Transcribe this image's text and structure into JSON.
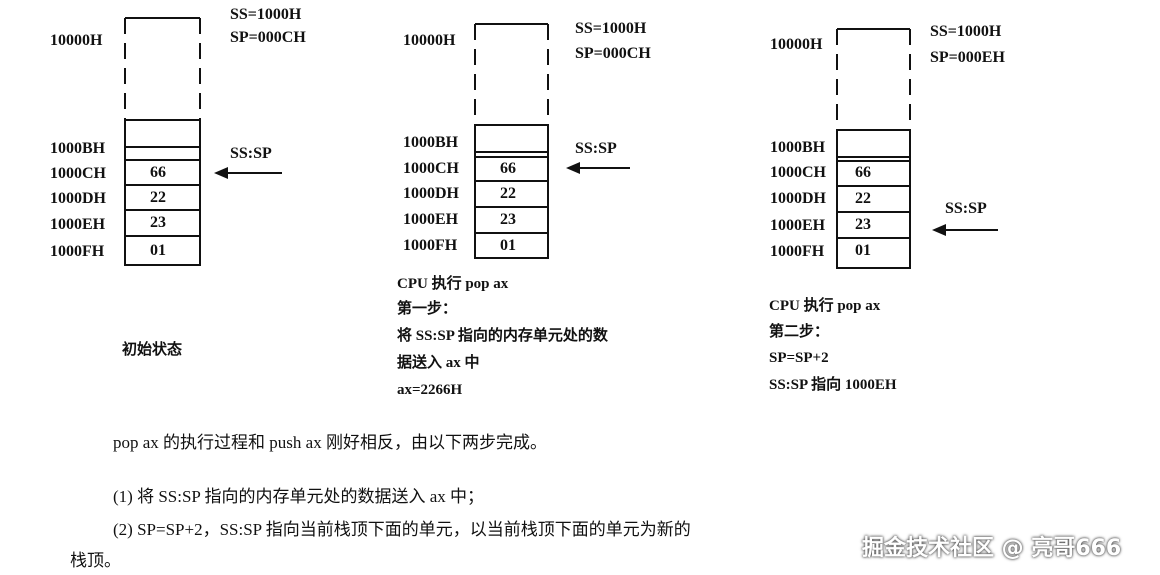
{
  "diagrams": [
    {
      "top_address": "10000H",
      "registers": [
        "SS=1000H",
        "SP=000CH"
      ],
      "addresses": [
        "1000BH",
        "1000CH",
        "1000DH",
        "1000EH",
        "1000FH"
      ],
      "cells": [
        "",
        "66",
        "22",
        "23",
        "01"
      ],
      "pointer_label": "SS:SP",
      "caption": [
        "初始状态"
      ]
    },
    {
      "top_address": "10000H",
      "registers": [
        "SS=1000H",
        "SP=000CH"
      ],
      "addresses": [
        "1000BH",
        "1000CH",
        "1000DH",
        "1000EH",
        "1000FH"
      ],
      "cells": [
        "",
        "66",
        "22",
        "23",
        "01"
      ],
      "pointer_label": "SS:SP",
      "caption": [
        "CPU 执行  pop ax",
        "第一步：",
        "将 SS:SP 指向的内存单元处的数",
        "据送入 ax 中",
        "ax=2266H"
      ]
    },
    {
      "top_address": "10000H",
      "registers": [
        "SS=1000H",
        "SP=000EH"
      ],
      "addresses": [
        "1000BH",
        "1000CH",
        "1000DH",
        "1000EH",
        "1000FH"
      ],
      "cells": [
        "",
        "66",
        "22",
        "23",
        "01"
      ],
      "pointer_label": "SS:SP",
      "caption": [
        "CPU 执行  pop ax",
        "第二步：",
        "SP=SP+2",
        "SS:SP 指向 1000EH"
      ]
    }
  ],
  "text": {
    "line1": "pop ax 的执行过程和 push ax  刚好相反，由以下两步完成。",
    "line2": "(1)  将 SS:SP 指向的内存单元处的数据送入 ax 中；",
    "line3": "(2)  SP=SP+2，SS:SP  指向当前栈顶下面的单元，以当前栈顶下面的单元为新的",
    "line4": "栈顶。"
  },
  "watermark": "掘金技术社区 @ 亮哥666"
}
